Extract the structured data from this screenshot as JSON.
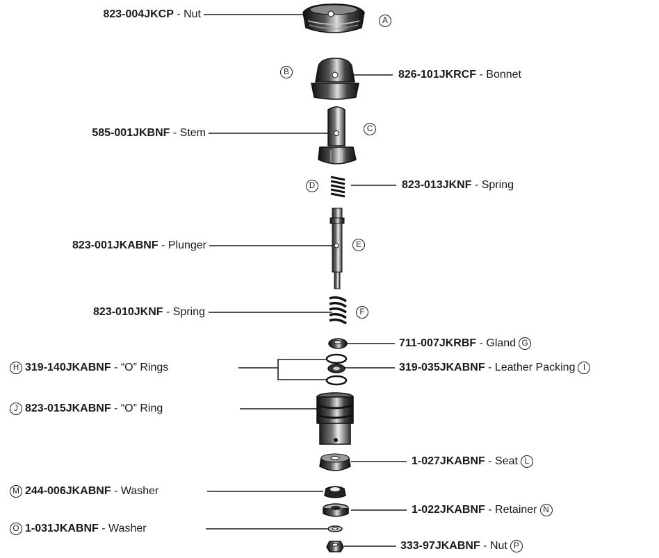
{
  "parts": {
    "A": {
      "letter": "A",
      "number": "823-004JKCP",
      "name": "Nut"
    },
    "B": {
      "letter": "B",
      "number": "826-101JKRCF",
      "name": "Bonnet"
    },
    "C": {
      "letter": "C",
      "number": "585-001JKBNF",
      "name": "Stem"
    },
    "D": {
      "letter": "D",
      "number": "823-013JKNF",
      "name": "Spring"
    },
    "E": {
      "letter": "E",
      "number": "823-001JKABNF",
      "name": "Plunger"
    },
    "F": {
      "letter": "F",
      "number": "823-010JKNF",
      "name": "Spring"
    },
    "G": {
      "letter": "G",
      "number": "711-007JKRBF",
      "name": "Gland"
    },
    "H": {
      "letter": "H",
      "number": "319-140JKABNF",
      "name": "“O” Rings"
    },
    "I": {
      "letter": "I",
      "number": "319-035JKABNF",
      "name": "Leather Packing"
    },
    "J": {
      "letter": "J",
      "number": "823-015JKABNF",
      "name": "“O” Ring"
    },
    "L": {
      "letter": "L",
      "number": "1-027JKABNF",
      "name": "Seat"
    },
    "M": {
      "letter": "M",
      "number": "244-006JKABNF",
      "name": "Washer"
    },
    "N": {
      "letter": "N",
      "number": "1-022JKABNF",
      "name": "Retainer"
    },
    "O": {
      "letter": "O",
      "number": "1-031JKABNF",
      "name": "Washer"
    },
    "P": {
      "letter": "P",
      "number": "333-97JKABNF",
      "name": "Nut"
    }
  },
  "separator": " - "
}
